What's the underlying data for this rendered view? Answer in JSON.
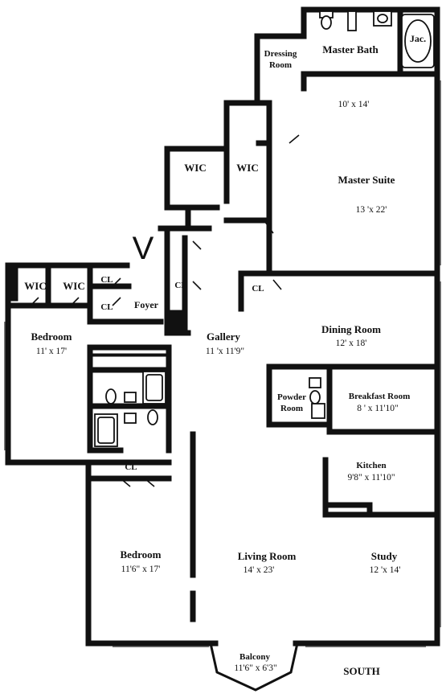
{
  "rooms": {
    "dressing_room": {
      "name_line1": "Dressing",
      "name_line2": "Room"
    },
    "master_bath": {
      "name": "Master Bath",
      "tub_label": "Jac."
    },
    "master_suite": {
      "name": "Master Suite",
      "dim": "13 'x 22'",
      "upper_dim": "10' x 14'"
    },
    "wic_top_left": {
      "name": "WIC"
    },
    "wic_top_right": {
      "name": "WIC"
    },
    "wic_bedroom_1": {
      "name": "WIC"
    },
    "wic_bedroom_2": {
      "name": "WIC"
    },
    "cl_bedroom_upper": {
      "name": "CL"
    },
    "cl_bedroom_lower": {
      "name": "CL"
    },
    "cl_gallery": {
      "name": "CL"
    },
    "cl_dining": {
      "name": "CL"
    },
    "cl_bedroom_south": {
      "name": "CL"
    },
    "foyer": {
      "name": "Foyer"
    },
    "bedroom_west": {
      "name": "Bedroom",
      "dim": "11' x 17'"
    },
    "gallery": {
      "name": "Gallery",
      "dim": "11 'x 11'9\""
    },
    "dining_room": {
      "name": "Dining Room",
      "dim": "12' x 18'"
    },
    "powder_room": {
      "name_line1": "Powder",
      "name_line2": "Room"
    },
    "breakfast_room": {
      "name": "Breakfast Room",
      "dim": "8 ' x 11'10\""
    },
    "kitchen": {
      "name": "Kitchen",
      "dim": "9'8\" x 11'10\""
    },
    "bedroom_south": {
      "name": "Bedroom",
      "dim": "11'6\" x 17'"
    },
    "living_room": {
      "name": "Living Room",
      "dim": "14' x 23'"
    },
    "study": {
      "name": "Study",
      "dim": "12 'x 14'"
    },
    "balcony": {
      "name": "Balcony",
      "dim": "11'6\" x 6'3\""
    }
  },
  "entry_marker": "V",
  "orientation": "SOUTH"
}
